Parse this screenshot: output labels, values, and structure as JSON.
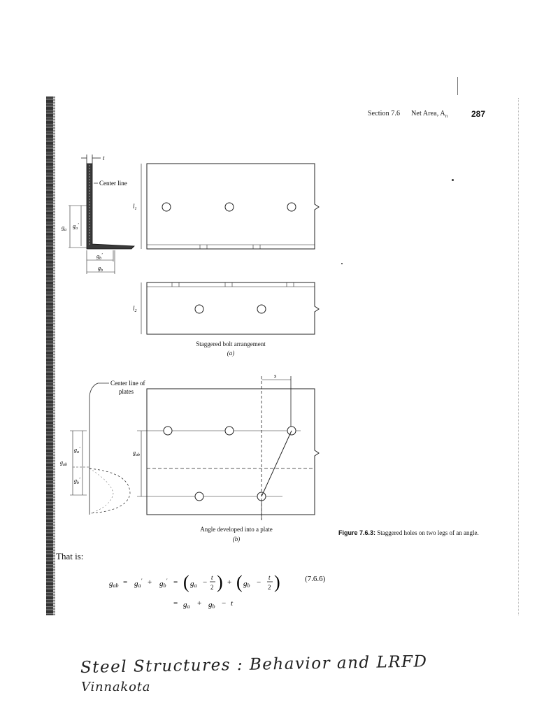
{
  "header": {
    "section": "Section 7.6",
    "title": "Net Area, A",
    "title_sub": "n",
    "page_number": "287"
  },
  "figure_a": {
    "thickness_label": "t",
    "center_line_label": "Center line",
    "g_a": "g",
    "g_a_sub": "a",
    "g_a_prime": "g",
    "g_a_prime_sub": "a",
    "g_b_prime": "g",
    "g_b_prime_sub": "b",
    "g_b": "g",
    "g_b_sub": "b",
    "l1_label": "l",
    "l1_sub": "1",
    "l2_label": "l",
    "l2_sub": "2",
    "caption": "Staggered bolt arrangement",
    "part": "(a)"
  },
  "figure_b": {
    "center_line_label_1": "Center line of",
    "center_line_label_2": "plates",
    "s_label": "s",
    "g_a_prime": "g",
    "g_a_prime_sub": "a",
    "g_ab": "g",
    "g_ab_sub": "ab",
    "g_b_prime": "g",
    "g_b_prime_sub": "b",
    "g_ab_right": "g",
    "g_ab_right_sub": "ab",
    "caption": "Angle developed into a plate",
    "part": "(b)"
  },
  "figure_caption": {
    "label": "Figure 7.6.3:",
    "text": "Staggered holes on two legs of an angle."
  },
  "body": {
    "that_is": "That is:"
  },
  "equation": {
    "lhs": "g",
    "lhs_sub": "ab",
    "eq": "=",
    "term1": "g",
    "term1_sub": "a",
    "plus": "+",
    "term2": "g",
    "term2_sub": "b",
    "paren1_g": "g",
    "paren1_sub": "a",
    "minus": "−",
    "frac_num": "t",
    "frac_den": "2",
    "paren2_g": "g",
    "paren2_sub": "b",
    "line2_g_a": "g",
    "line2_g_a_sub": "a",
    "line2_g_b": "g",
    "line2_g_b_sub": "b",
    "line2_t": "t",
    "number": "(7.6.6)"
  },
  "handwriting": {
    "line1": "Steel Structures : Behavior and LRFD",
    "line2": "Vinnakota"
  }
}
